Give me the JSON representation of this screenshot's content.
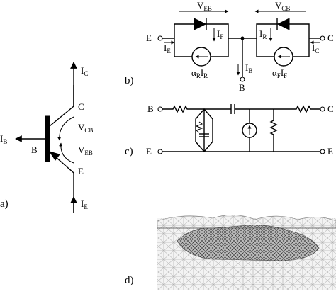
{
  "panels": {
    "a": {
      "label": "a)",
      "currents": {
        "ic": "I",
        "ic_sub": "C",
        "ib": "I",
        "ib_sub": "B",
        "ie": "I",
        "ie_sub": "E"
      },
      "terminals": {
        "c": "C",
        "b": "B",
        "e": "E"
      },
      "voltages": {
        "vcb": "V",
        "vcb_sub": "CB",
        "veb": "V",
        "veb_sub": "EB"
      }
    },
    "b": {
      "label": "b)",
      "terminals": {
        "e": "E",
        "c": "C",
        "b": "B"
      },
      "voltages": {
        "veb": "V",
        "veb_sub": "EB",
        "vcb": "V",
        "vcb_sub": "CB"
      },
      "currents": {
        "ie": "I",
        "ie_sub": "E",
        "if": "I",
        "if_sub": "F",
        "ir": "I",
        "ir_sub": "R",
        "ib": "I",
        "ib_sub": "B",
        "ic": "I",
        "ic_sub": "C"
      },
      "sources": {
        "left": {
          "alpha": "α",
          "a_sub": "R",
          "i": "I",
          "i_sub": "R"
        },
        "right": {
          "alpha": "α",
          "a_sub": "F",
          "i": "I",
          "i_sub": "F"
        }
      }
    },
    "c": {
      "label": "c)",
      "terminals": {
        "b": "B",
        "c": "C",
        "e_left": "E",
        "e_right": "E"
      }
    },
    "d": {
      "label": "d)"
    }
  }
}
